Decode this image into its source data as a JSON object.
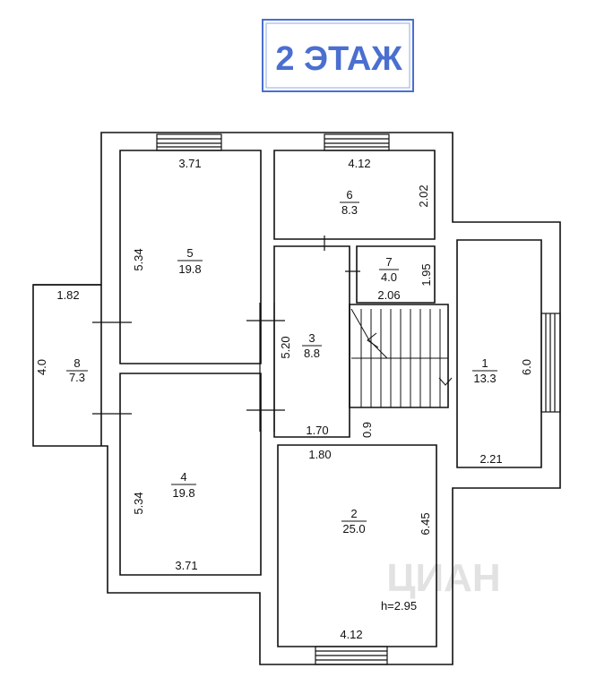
{
  "stamp": {
    "text": "2 ЭТАЖ",
    "color": "#4a6fd0"
  },
  "rooms": [
    {
      "number": "1",
      "area": "13.3"
    },
    {
      "number": "2",
      "area": "25.0"
    },
    {
      "number": "3",
      "area": "8.8"
    },
    {
      "number": "4",
      "area": "19.8"
    },
    {
      "number": "5",
      "area": "19.8"
    },
    {
      "number": "6",
      "area": "8.3"
    },
    {
      "number": "7",
      "area": "4.0"
    },
    {
      "number": "8",
      "area": "7.3"
    }
  ],
  "dimensions": {
    "room5_width": "3.71",
    "room5_height": "5.34",
    "room4_width": "3.71",
    "room4_height": "5.34",
    "room6_width": "4.12",
    "room6_height": "2.02",
    "room7_width": "2.06",
    "room7_height": "1.95",
    "room3_height": "5.20",
    "room3_width_top": "1.70",
    "room3_width_bottom": "1.80",
    "opening": "0.9",
    "room2_width": "4.12",
    "room2_height": "6.45",
    "room1_width": "2.21",
    "room1_height": "6.0",
    "room8_width": "1.82",
    "room8_height": "4.0"
  },
  "ceiling_height": "h=2.95",
  "watermark": "ЦИАН",
  "colors": {
    "line": "#111111",
    "stamp": "#4a6fd0"
  }
}
